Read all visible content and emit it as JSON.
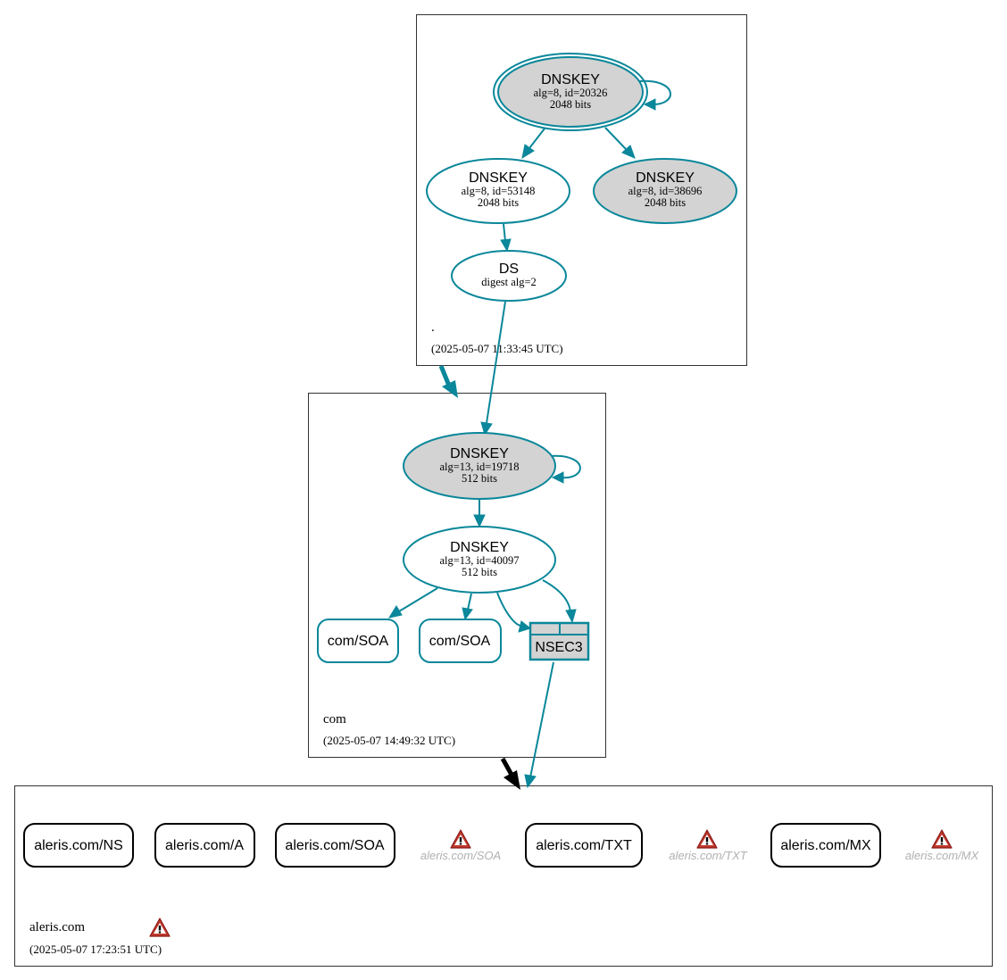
{
  "colors": {
    "edge": "#0a879a",
    "ksk_fill": "#d3d3d3",
    "zsk_fill": "#ffffff",
    "warning": "#c0392b",
    "warning_text": "#b0b0b0",
    "delegation_arrow": "#000000"
  },
  "zones": {
    "root": {
      "name": ".",
      "timestamp": "(2025-05-07 11:33:45 UTC)",
      "ksk": {
        "title": "DNSKEY",
        "detail": "alg=8, id=20326",
        "size": "2048 bits"
      },
      "zsk": {
        "title": "DNSKEY",
        "detail": "alg=8, id=53148",
        "size": "2048 bits"
      },
      "ksk2": {
        "title": "DNSKEY",
        "detail": "alg=8, id=38696",
        "size": "2048 bits"
      },
      "ds": {
        "title": "DS",
        "detail": "digest alg=2"
      }
    },
    "com": {
      "name": "com",
      "timestamp": "(2025-05-07 14:49:32 UTC)",
      "ksk": {
        "title": "DNSKEY",
        "detail": "alg=13, id=19718",
        "size": "512 bits"
      },
      "zsk": {
        "title": "DNSKEY",
        "detail": "alg=13, id=40097",
        "size": "512 bits"
      },
      "rrsets": [
        "com/SOA",
        "com/SOA"
      ],
      "nsec3": "NSEC3"
    },
    "aleris": {
      "name": "aleris.com",
      "timestamp": "(2025-05-07 17:23:51 UTC)",
      "zone_warning_icon": "warning-triangle-icon",
      "rrsets": [
        "aleris.com/NS",
        "aleris.com/A",
        "aleris.com/SOA",
        "aleris.com/TXT",
        "aleris.com/MX"
      ],
      "warnings": [
        "aleris.com/SOA",
        "aleris.com/TXT",
        "aleris.com/MX"
      ]
    }
  }
}
